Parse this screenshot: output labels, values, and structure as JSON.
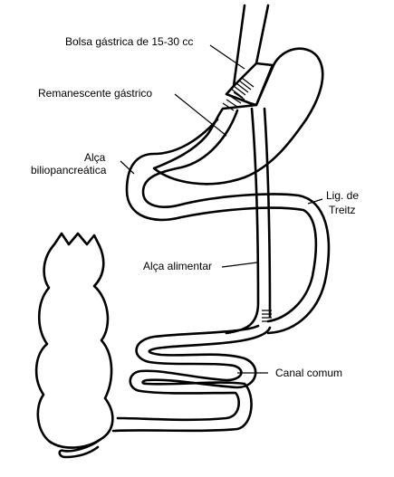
{
  "labels": {
    "bolsa": "Bolsa gástrica de 15-30 cc",
    "remanescente": "Remanescente gástrico",
    "alca_bilio_1": "Alça",
    "alca_bilio_2": "biliopancreática",
    "treitz_1": "Lig. de",
    "treitz_2": "Treitz",
    "alca_alimentar": "Alça alimentar",
    "canal_comum": "Canal comum"
  }
}
